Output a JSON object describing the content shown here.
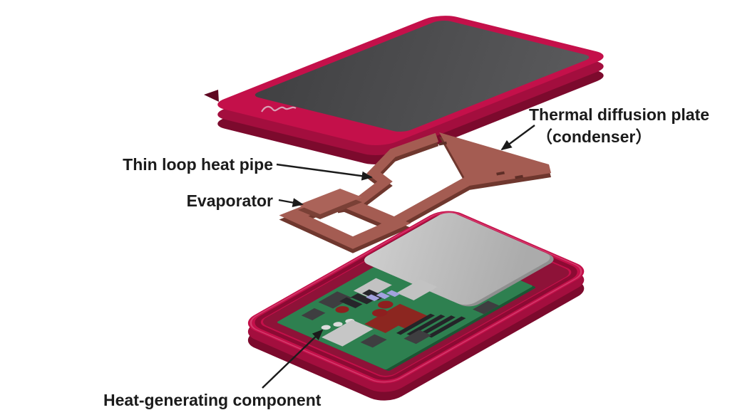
{
  "figure": {
    "type": "exploded-view-diagram",
    "subject": "smartphone-thermal-cooling-assembly"
  },
  "labels": {
    "thin_loop_heat_pipe": "Thin loop heat pipe",
    "evaporator": "Evaporator",
    "thermal_plate_line1": "Thermal diffusion plate",
    "thermal_plate_line2": "（condenser）",
    "heat_generating_component": "Heat-generating component"
  },
  "icons": {
    "brand_logo": "fujitsu-script-logo-squiggle"
  },
  "colors": {
    "background": "#ffffff",
    "phone_red": "#c4104a",
    "phone_red_mid": "#a30e3e",
    "phone_red_dark": "#7c0a2d",
    "tray_groove_red": "#8c0a33",
    "tray_floor_red": "#8e1238",
    "screen_gray": "#4b4b4d",
    "copper": "#a45c52",
    "copper_block": "#ab6359",
    "copper_dark": "#6f372e",
    "copper_slot": "#5e2e27",
    "pcb_green": "#2e8050",
    "pcb_green_dark": "#1c5634",
    "battery_gray": "#bdbdbd",
    "battery_side_gray": "#8f8f8f",
    "heat_component_red": "#8c2620",
    "chip_dark_gray": "#3e3e40",
    "chip_light_gray": "#c6c6c6",
    "chip_black": "#26262a",
    "cap_lavender": "#a2a2de",
    "cap_dark_red": "#8e1f1f",
    "cap_white": "#dcdcdc",
    "label_text": "#1b1b1b"
  }
}
